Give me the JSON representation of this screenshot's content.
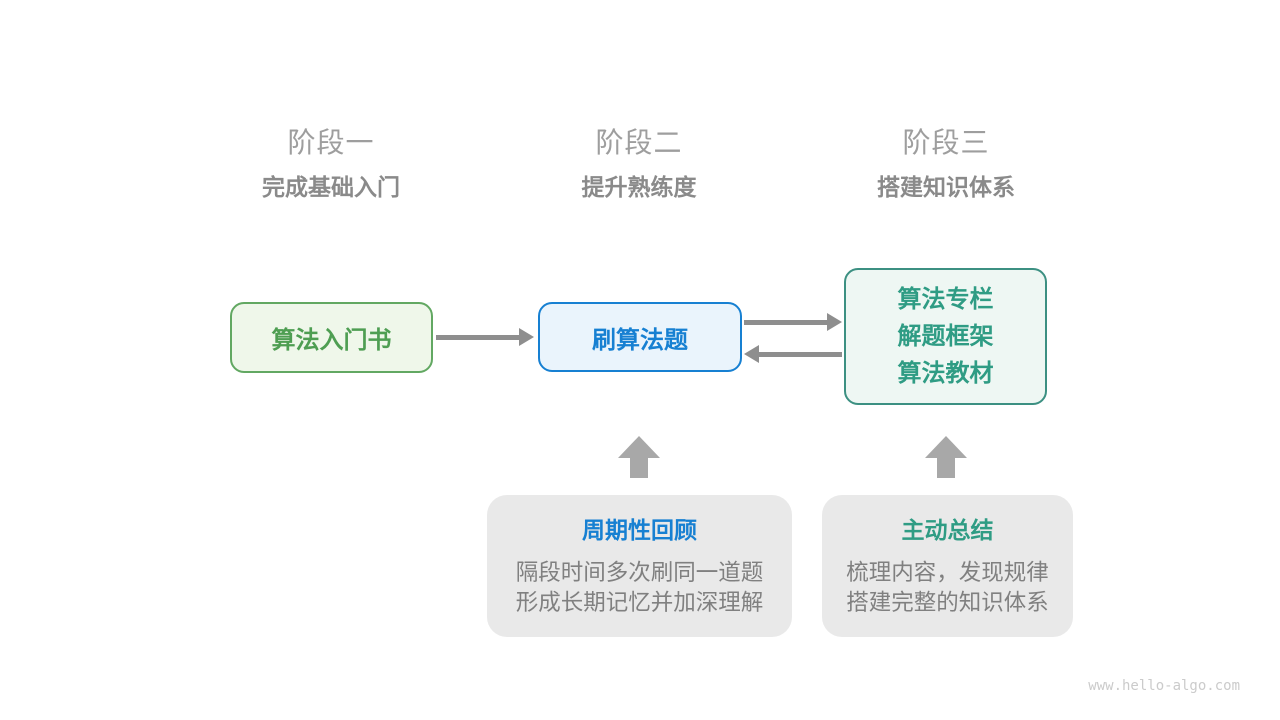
{
  "stages": [
    {
      "label": "阶段一",
      "subtitle": "完成基础入门"
    },
    {
      "label": "阶段二",
      "subtitle": "提升熟练度"
    },
    {
      "label": "阶段三",
      "subtitle": "搭建知识体系"
    }
  ],
  "nodes": [
    {
      "id": "intro-book",
      "label": "算法入门书"
    },
    {
      "id": "practice-problems",
      "label": "刷算法题"
    },
    {
      "id": "knowledge-resources",
      "lines": [
        "算法专栏",
        "解题框架",
        "算法教材"
      ]
    }
  ],
  "notes": [
    {
      "title": "周期性回顾",
      "line1": "隔段时间多次刷同一道题",
      "line2": "形成长期记忆并加深理解"
    },
    {
      "title": "主动总结",
      "line1": "梳理内容，发现规律",
      "line2": "搭建完整的知识体系"
    }
  ],
  "watermark": "www.hello-algo.com",
  "colors": {
    "stage_title": "#9E9E9E",
    "stage_subtitle": "#8A8A8A",
    "green_border": "#62A862",
    "green_bg": "#EFF7EA",
    "green_text": "#4E9E52",
    "blue_border": "#1780D2",
    "blue_bg": "#EAF4FC",
    "blue_text": "#1780D2",
    "teal_border": "#3C9082",
    "teal_bg": "#EEF7F3",
    "teal_text": "#2F9C84",
    "note_bg": "#E9E9E9",
    "note_body": "#808080",
    "arrow": "#8E8E8E",
    "block_arrow": "#A8A8A8",
    "watermark": "#CBCBCB"
  }
}
